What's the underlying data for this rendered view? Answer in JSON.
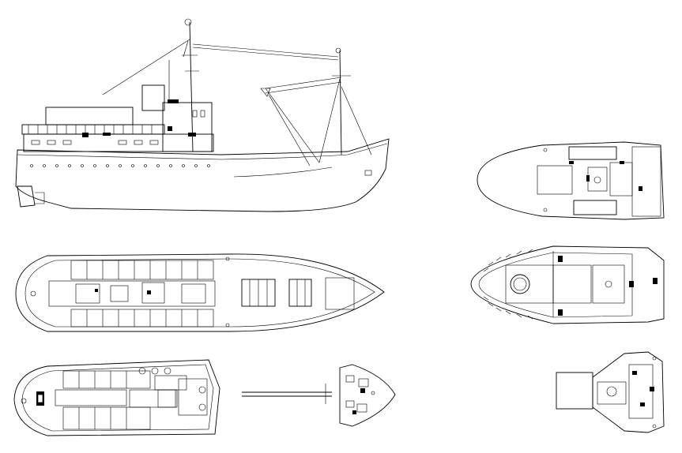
{
  "drawing": {
    "title": "",
    "background": "#ffffff",
    "line_color": "#000000",
    "views": [
      {
        "id": "side-elevation",
        "kind": "profile"
      },
      {
        "id": "upper-deck-plan",
        "kind": "plan"
      },
      {
        "id": "main-deck-plan",
        "kind": "plan"
      },
      {
        "id": "tween-deck-plan",
        "kind": "plan"
      },
      {
        "id": "bridge-deck-plan",
        "kind": "plan"
      },
      {
        "id": "forecastle-plan",
        "kind": "plan"
      },
      {
        "id": "wheelhouse-deck-plan",
        "kind": "plan"
      },
      {
        "id": "compass-deck-plan",
        "kind": "plan"
      }
    ]
  }
}
